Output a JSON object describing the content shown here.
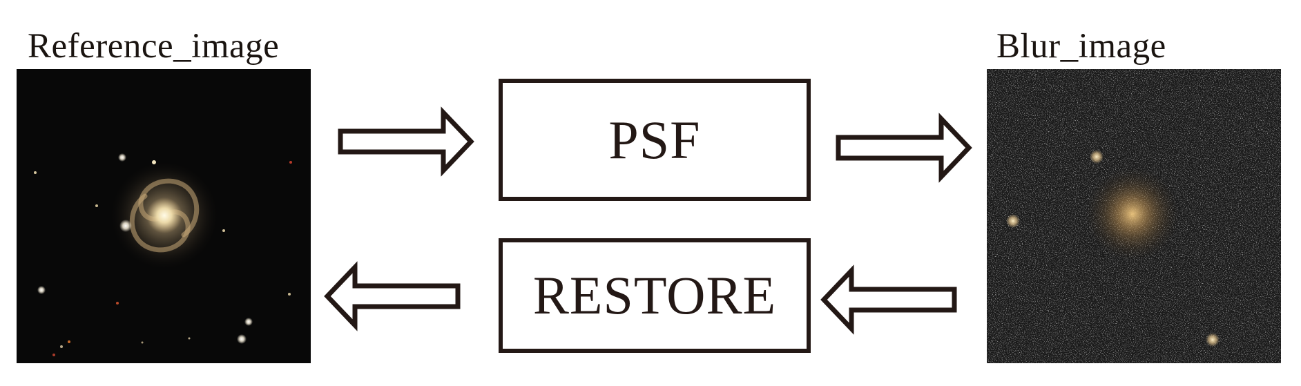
{
  "labels": {
    "reference": "Reference_image",
    "blur": "Blur_image"
  },
  "boxes": {
    "psf": "PSF",
    "restore": "RESTORE"
  },
  "arrows": [
    {
      "name": "to-psf",
      "direction": "right"
    },
    {
      "name": "to-blur",
      "direction": "right"
    },
    {
      "name": "to-reference",
      "direction": "left"
    },
    {
      "name": "to-restore",
      "direction": "left"
    }
  ],
  "colors": {
    "stroke": "#231815",
    "panel_background": "#080808",
    "galaxy_core": "#fff3c8",
    "galaxy_arms": "#c8aa78"
  }
}
